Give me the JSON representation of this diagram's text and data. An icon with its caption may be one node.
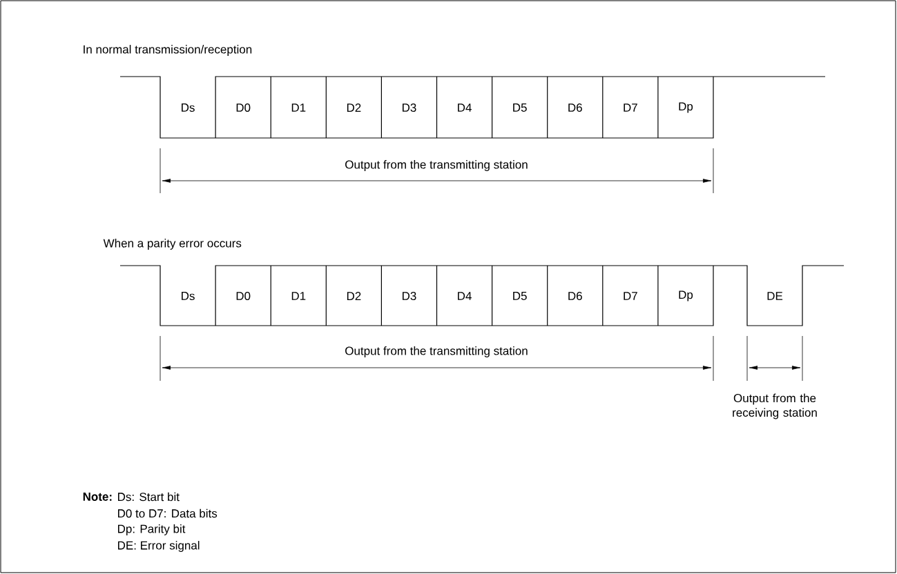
{
  "diagram": {
    "labels": [
      "In normal transmission/reception",
      "Ds",
      "D0",
      "D1",
      "D2",
      "D3",
      "D4",
      "D5",
      "D6",
      "D7",
      "Dp",
      "Output from the transmitting station",
      "When a parity error occurs",
      "Ds",
      "D0",
      "D1",
      "D2",
      "D3",
      "D4",
      "D5",
      "D6",
      "D7",
      "Dp",
      "DE",
      "Output from the transmitting station",
      "Output from the receiving station",
      "Note:",
      "Ds: Start bit",
      "D0 to D7: Data bits",
      "Dp: Parity bit",
      "DE: Error signal"
    ]
  }
}
